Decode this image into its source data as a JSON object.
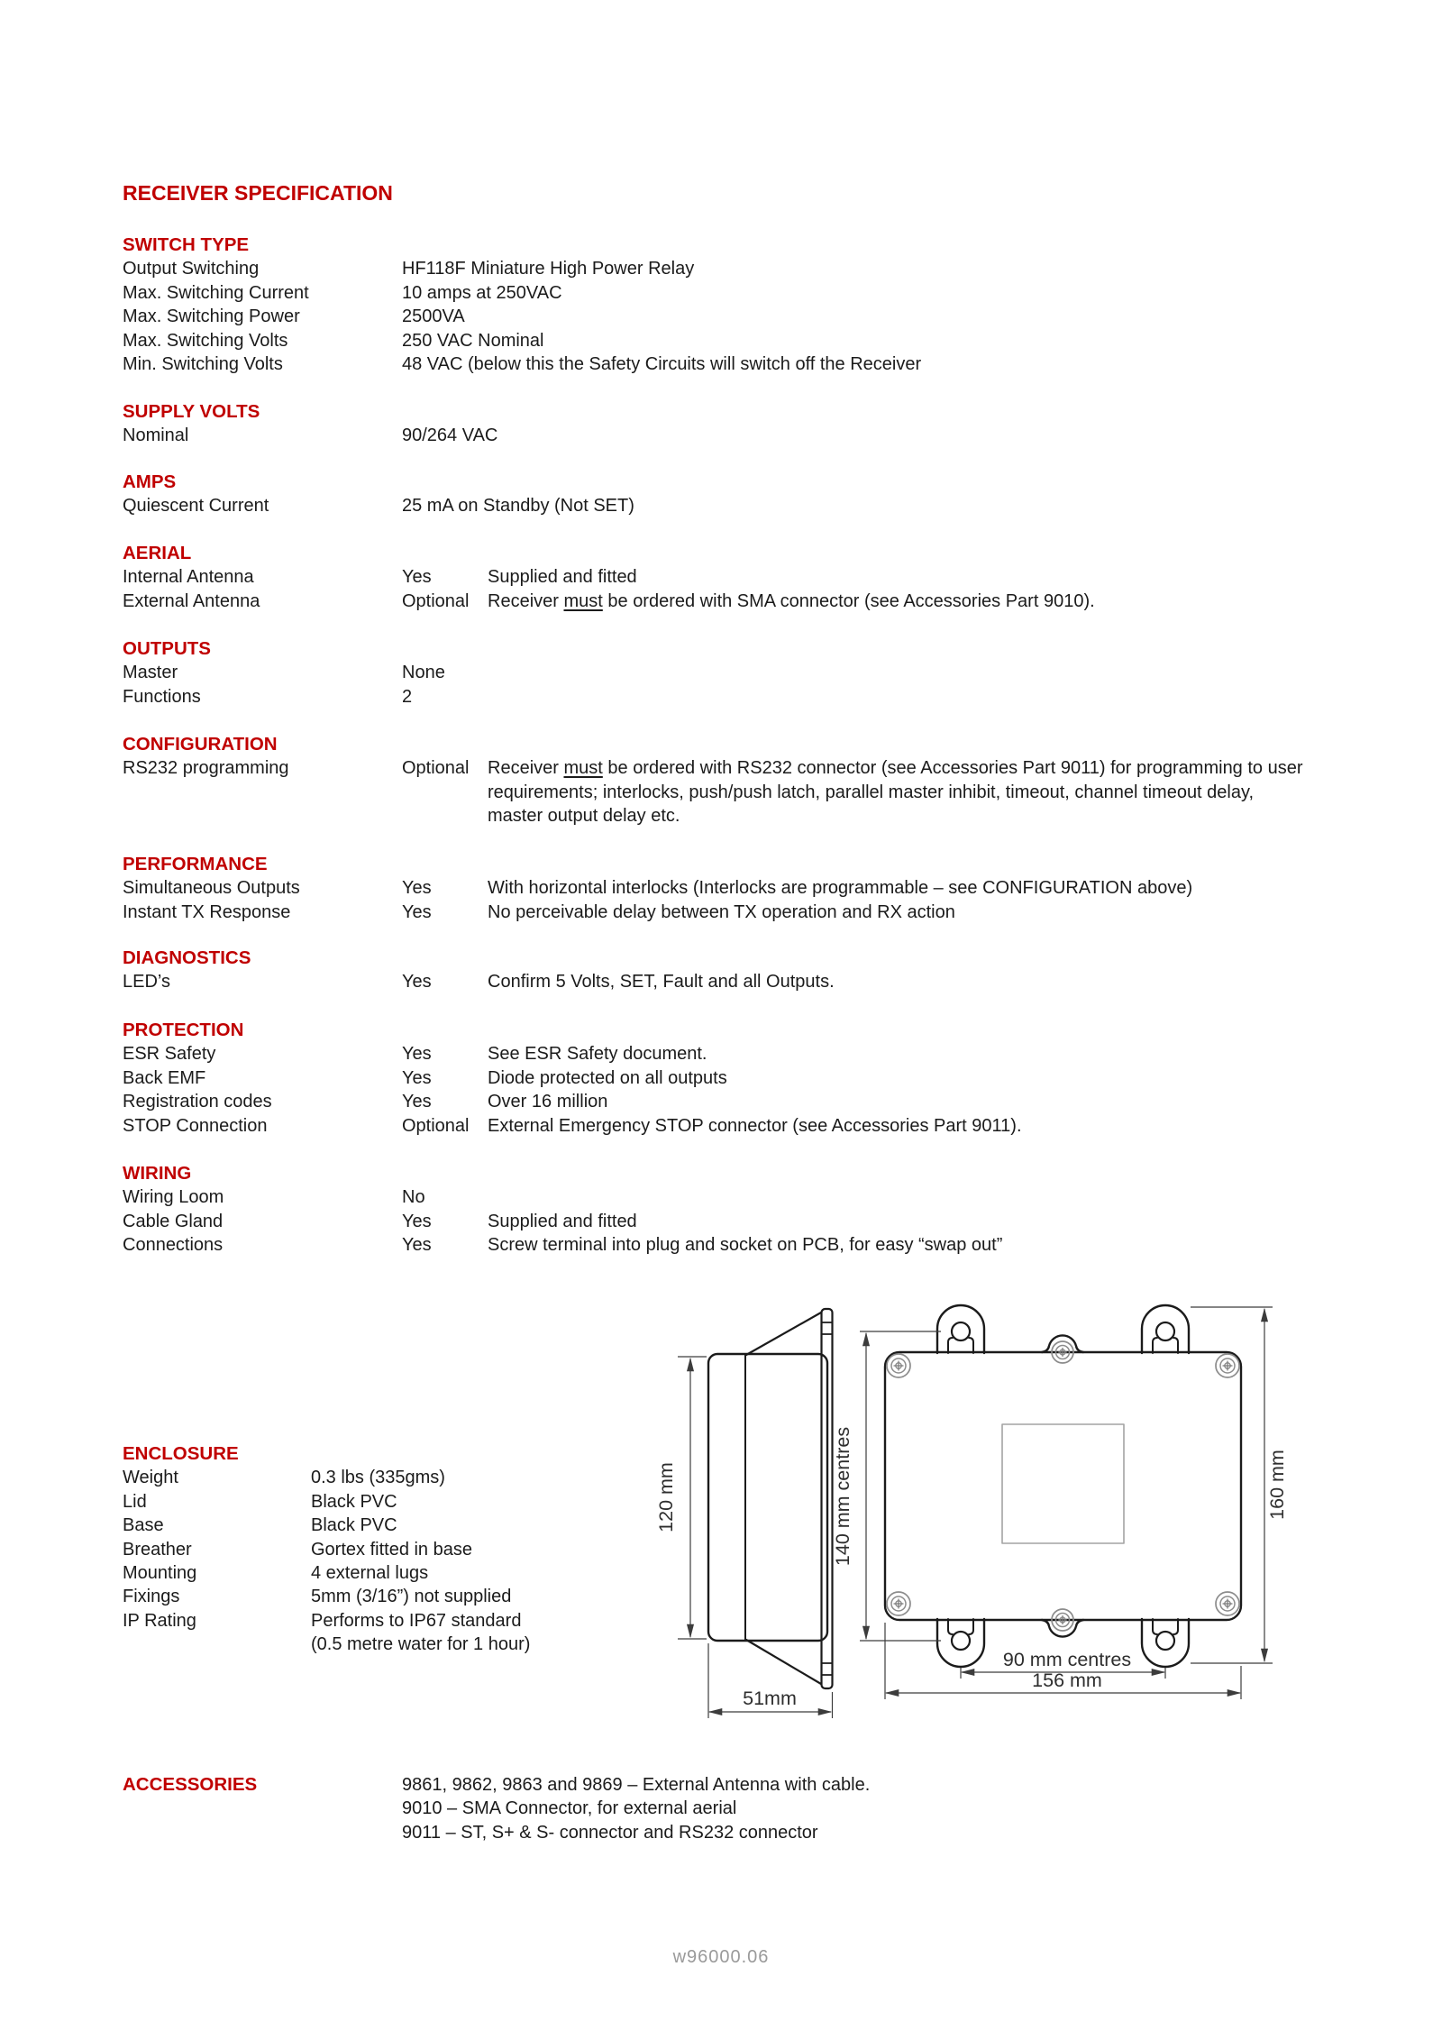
{
  "title": "RECEIVER SPECIFICATION",
  "footer": "w96000.06",
  "accent_color": "#C00000",
  "sections": {
    "switch_type": {
      "heading": "SWITCH TYPE",
      "rows": [
        {
          "label": "Output Switching",
          "value": "HF118F Miniature High Power Relay"
        },
        {
          "label": "Max. Switching Current",
          "value": "10 amps at 250VAC"
        },
        {
          "label": "Max. Switching Power",
          "value": "2500VA"
        },
        {
          "label": "Max. Switching Volts",
          "value": "250 VAC Nominal"
        },
        {
          "label": "Min. Switching Volts",
          "value": "48 VAC (below this the Safety Circuits will switch off the Receiver"
        }
      ]
    },
    "supply_volts": {
      "heading": "SUPPLY VOLTS",
      "rows": [
        {
          "label": "Nominal",
          "value": "90/264 VAC"
        }
      ]
    },
    "amps": {
      "heading": "AMPS",
      "rows": [
        {
          "label": "Quiescent Current",
          "value": "25 mA on Standby (Not SET)"
        }
      ]
    },
    "aerial": {
      "heading": "AERIAL",
      "rows": [
        {
          "label": "Internal Antenna",
          "value": "Yes",
          "desc": "Supplied and fitted"
        },
        {
          "label": "External Antenna",
          "value": "Optional",
          "desc_pre": "Receiver ",
          "desc_u": "must",
          "desc_post": " be ordered with SMA connector (see Accessories Part 9010)."
        }
      ]
    },
    "outputs": {
      "heading": "OUTPUTS",
      "rows": [
        {
          "label": "Master",
          "value": "None"
        },
        {
          "label": "Functions",
          "value": "2"
        }
      ]
    },
    "configuration": {
      "heading": "CONFIGURATION",
      "label": "RS232 programming",
      "value": "Optional",
      "line1_pre": "Receiver ",
      "line1_u": "must",
      "line1_post": " be ordered with RS232 connector (see Accessories Part 9011) for programming to user",
      "line2": "requirements; interlocks, push/push latch, parallel master inhibit, timeout, channel timeout delay,",
      "line3": "master output delay etc."
    },
    "performance": {
      "heading": "PERFORMANCE",
      "rows": [
        {
          "label": "Simultaneous Outputs",
          "value": "Yes",
          "desc": "With horizontal interlocks (Interlocks are programmable – see CONFIGURATION above)"
        },
        {
          "label": "Instant TX Response",
          "value": "Yes",
          "desc": "No perceivable delay between TX operation and RX action"
        }
      ]
    },
    "diagnostics": {
      "heading": "DIAGNOSTICS",
      "rows": [
        {
          "label": "LED’s",
          "value": "Yes",
          "desc": "Confirm 5 Volts, SET, Fault and all Outputs."
        }
      ]
    },
    "protection": {
      "heading": "PROTECTION",
      "rows": [
        {
          "label": "ESR Safety",
          "value": "Yes",
          "desc": "See ESR Safety document."
        },
        {
          "label": "Back EMF",
          "value": "Yes",
          "desc": "Diode protected on all outputs"
        },
        {
          "label": "Registration codes",
          "value": "Yes",
          "desc": "Over 16 million"
        },
        {
          "label": "STOP Connection",
          "value": "Optional",
          "desc": "External Emergency STOP connector (see Accessories Part 9011)."
        }
      ]
    },
    "wiring": {
      "heading": "WIRING",
      "rows": [
        {
          "label": "Wiring Loom",
          "value": "No",
          "desc": ""
        },
        {
          "label": "Cable Gland",
          "value": "Yes",
          "desc": "Supplied and fitted"
        },
        {
          "label": "Connections",
          "value": "Yes",
          "desc": "Screw terminal into plug and socket on PCB, for easy “swap out”"
        }
      ]
    },
    "enclosure": {
      "heading": "ENCLOSURE",
      "rows": [
        {
          "label": "Weight",
          "value": "0.3 lbs (335gms)"
        },
        {
          "label": "Lid",
          "value": "Black PVC"
        },
        {
          "label": "Base",
          "value": "Black PVC"
        },
        {
          "label": "Breather",
          "value": "Gortex fitted in base"
        },
        {
          "label": "Mounting",
          "value": "4 external lugs"
        },
        {
          "label": "Fixings",
          "value": "5mm (3/16”) not supplied"
        },
        {
          "label": "IP Rating",
          "value": "Performs to IP67 standard"
        },
        {
          "label": "",
          "value": "(0.5 metre water for 1 hour)"
        }
      ]
    },
    "accessories": {
      "heading": "ACCESSORIES",
      "lines": [
        "9861, 9862, 9863 and 9869 – External Antenna with cable.",
        "9010 – SMA Connector, for external aerial",
        "9011 – ST, S+ & S- connector and RS232 connector"
      ]
    }
  },
  "diagram": {
    "dim_120": "120 mm",
    "dim_140": "140 mm centres",
    "dim_51": "51mm",
    "dim_160": "160 mm",
    "dim_90": "90 mm centres",
    "dim_156": "156 mm"
  }
}
